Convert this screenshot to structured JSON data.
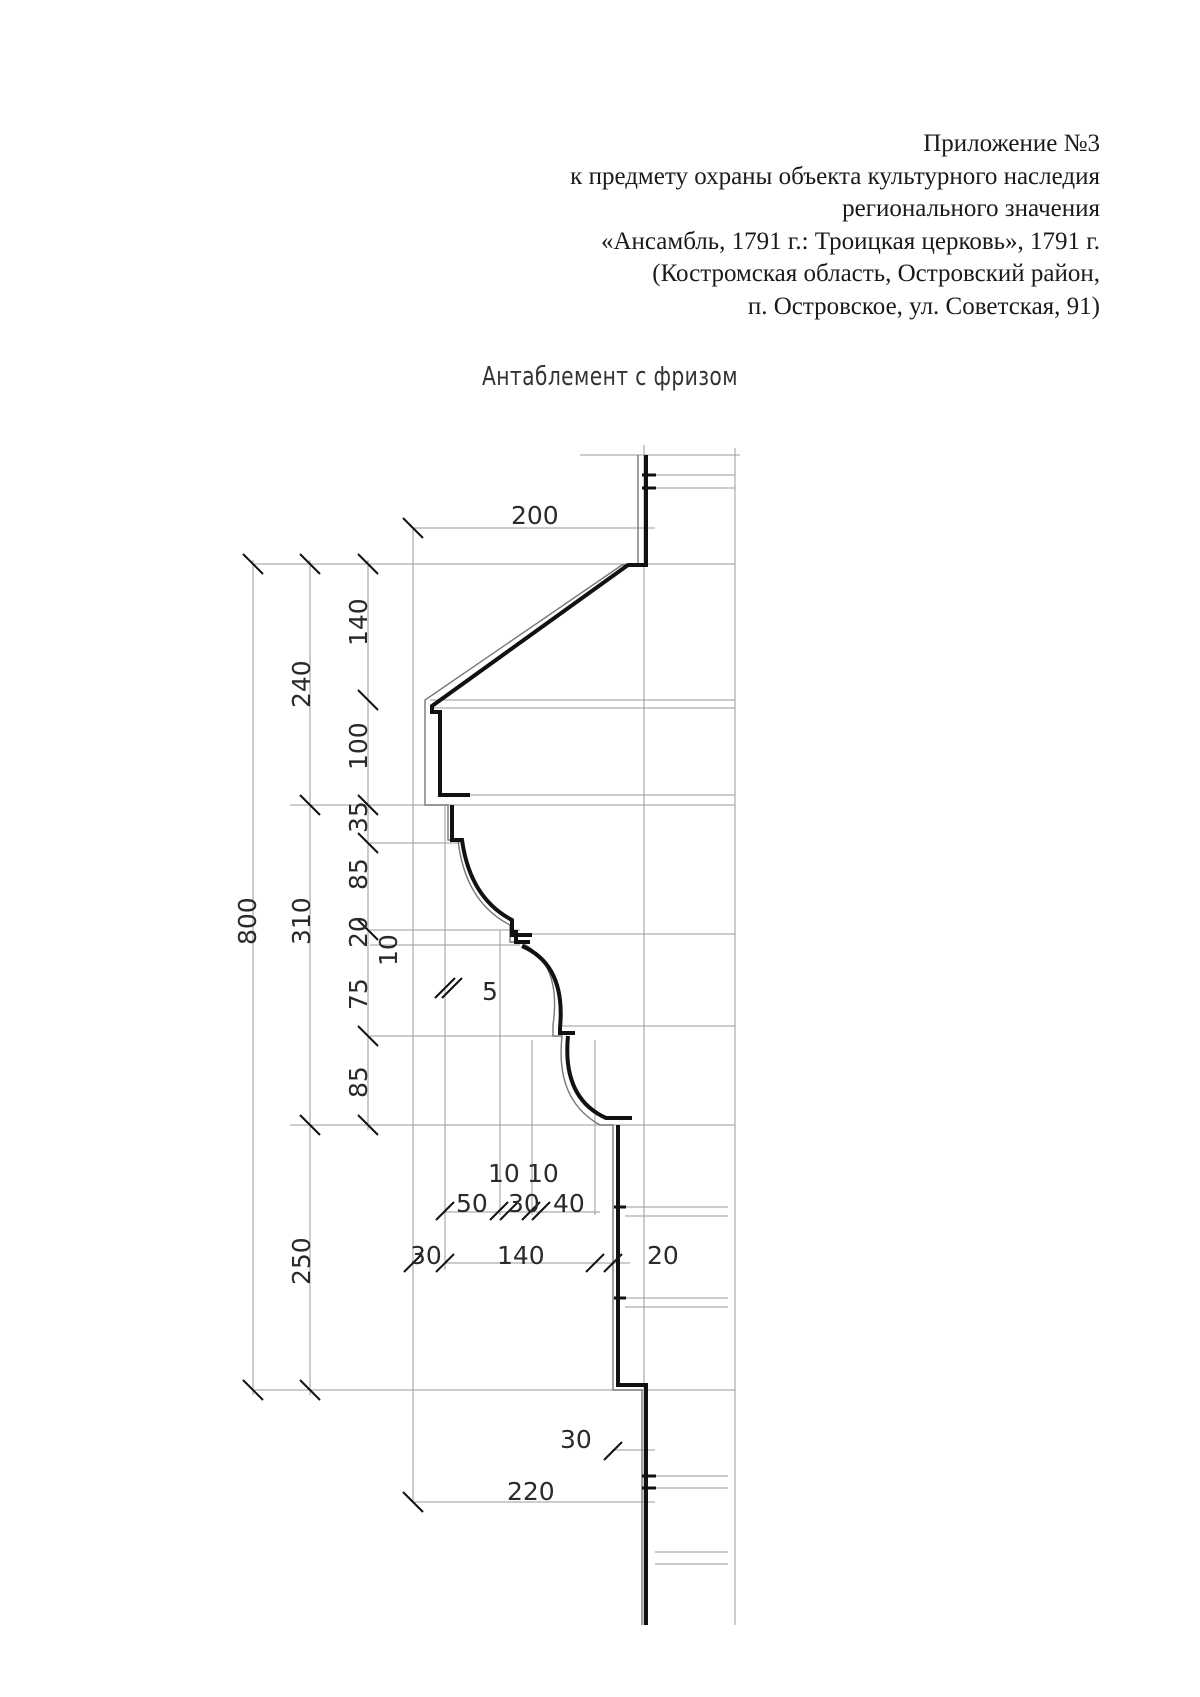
{
  "header": {
    "lines": [
      "Приложение №3",
      "к предмету охраны объекта культурного наследия",
      "регионального значения",
      "«Ансамбль, 1791 г.: Троицкая церковь», 1791 г.",
      "(Костромская область, Островский район,",
      "п. Островское, ул. Советская, 91)"
    ]
  },
  "drawing": {
    "title": "Антаблемент с фризом",
    "dimensions": {
      "top_width": "200",
      "bottom_width": "220",
      "bottom_offset": "30",
      "total_height": "800",
      "cornice_height": "240",
      "frieze_height": "250",
      "architrave_height": "310",
      "corona_slope": "140",
      "corona_band": "100",
      "fillet_1": "35",
      "cyma_1": "85",
      "fillet_2": "20",
      "step_10": "10",
      "cyma_2": "75",
      "cyma_3": "85",
      "gap_5": "5",
      "proj_50": "50",
      "proj_30": "30",
      "proj_40": "40",
      "step_10_a": "10",
      "step_10_b": "10",
      "frieze_left": "30",
      "frieze_mid": "140",
      "frieze_right": "20"
    }
  }
}
